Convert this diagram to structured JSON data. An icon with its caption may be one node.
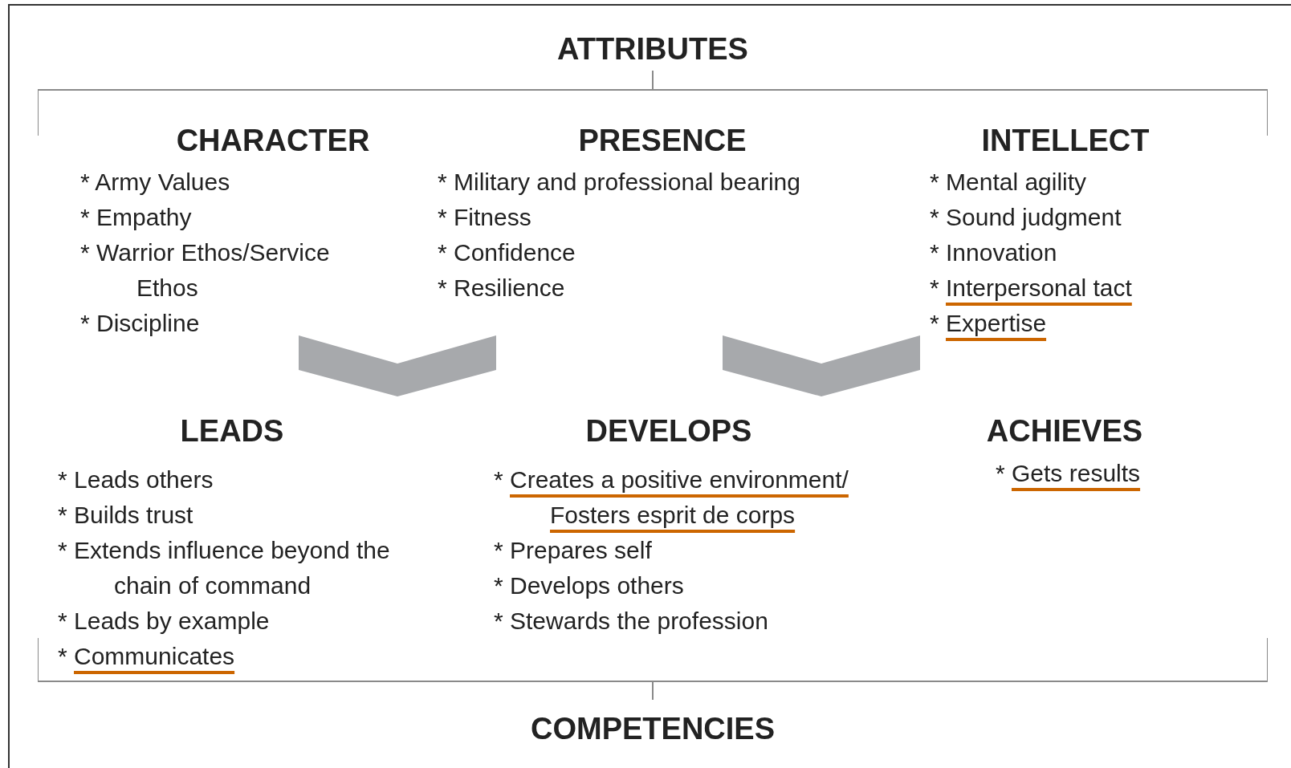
{
  "diagram": {
    "nodes": [
      {
        "text": [
          "ATTRIBUTES"
        ]
      },
      {
        "text": [
          "CHARACTER",
          "* Army Values",
          "* Empathy",
          "* Warrior Ethos/Service Ethos",
          "* Discipline"
        ],
        "in": 0
      },
      {
        "text": [
          "PRESENCE",
          "* Military and professional bearing",
          "* Fitness",
          "* Confidence",
          "* Resilience"
        ],
        "in": 0
      },
      {
        "text": [
          "INTELLECT",
          "* Mental agility",
          "* Sound judgment",
          "* Innovation",
          "* Interpersonal tact",
          "* Expertise"
        ],
        "in": 0
      },
      {
        "text": [
          "COMPETENCIES"
        ]
      },
      {
        "text": [
          "LEADS",
          "* Leads others",
          "* Builds trust",
          "* Extends influence beyond the chain of command",
          "* Leads by example",
          "* Communicates"
        ],
        "in": 4
      },
      {
        "text": [
          "DEVELOPS",
          "* Creates a positive environment/ Fosters esprit de corps",
          "* Prepares self",
          "* Develops others",
          "* Stewards the profession"
        ],
        "in": 4
      },
      {
        "text": [
          "ACHIEVES",
          "* Gets results"
        ],
        "in": 4
      }
    ]
  }
}
